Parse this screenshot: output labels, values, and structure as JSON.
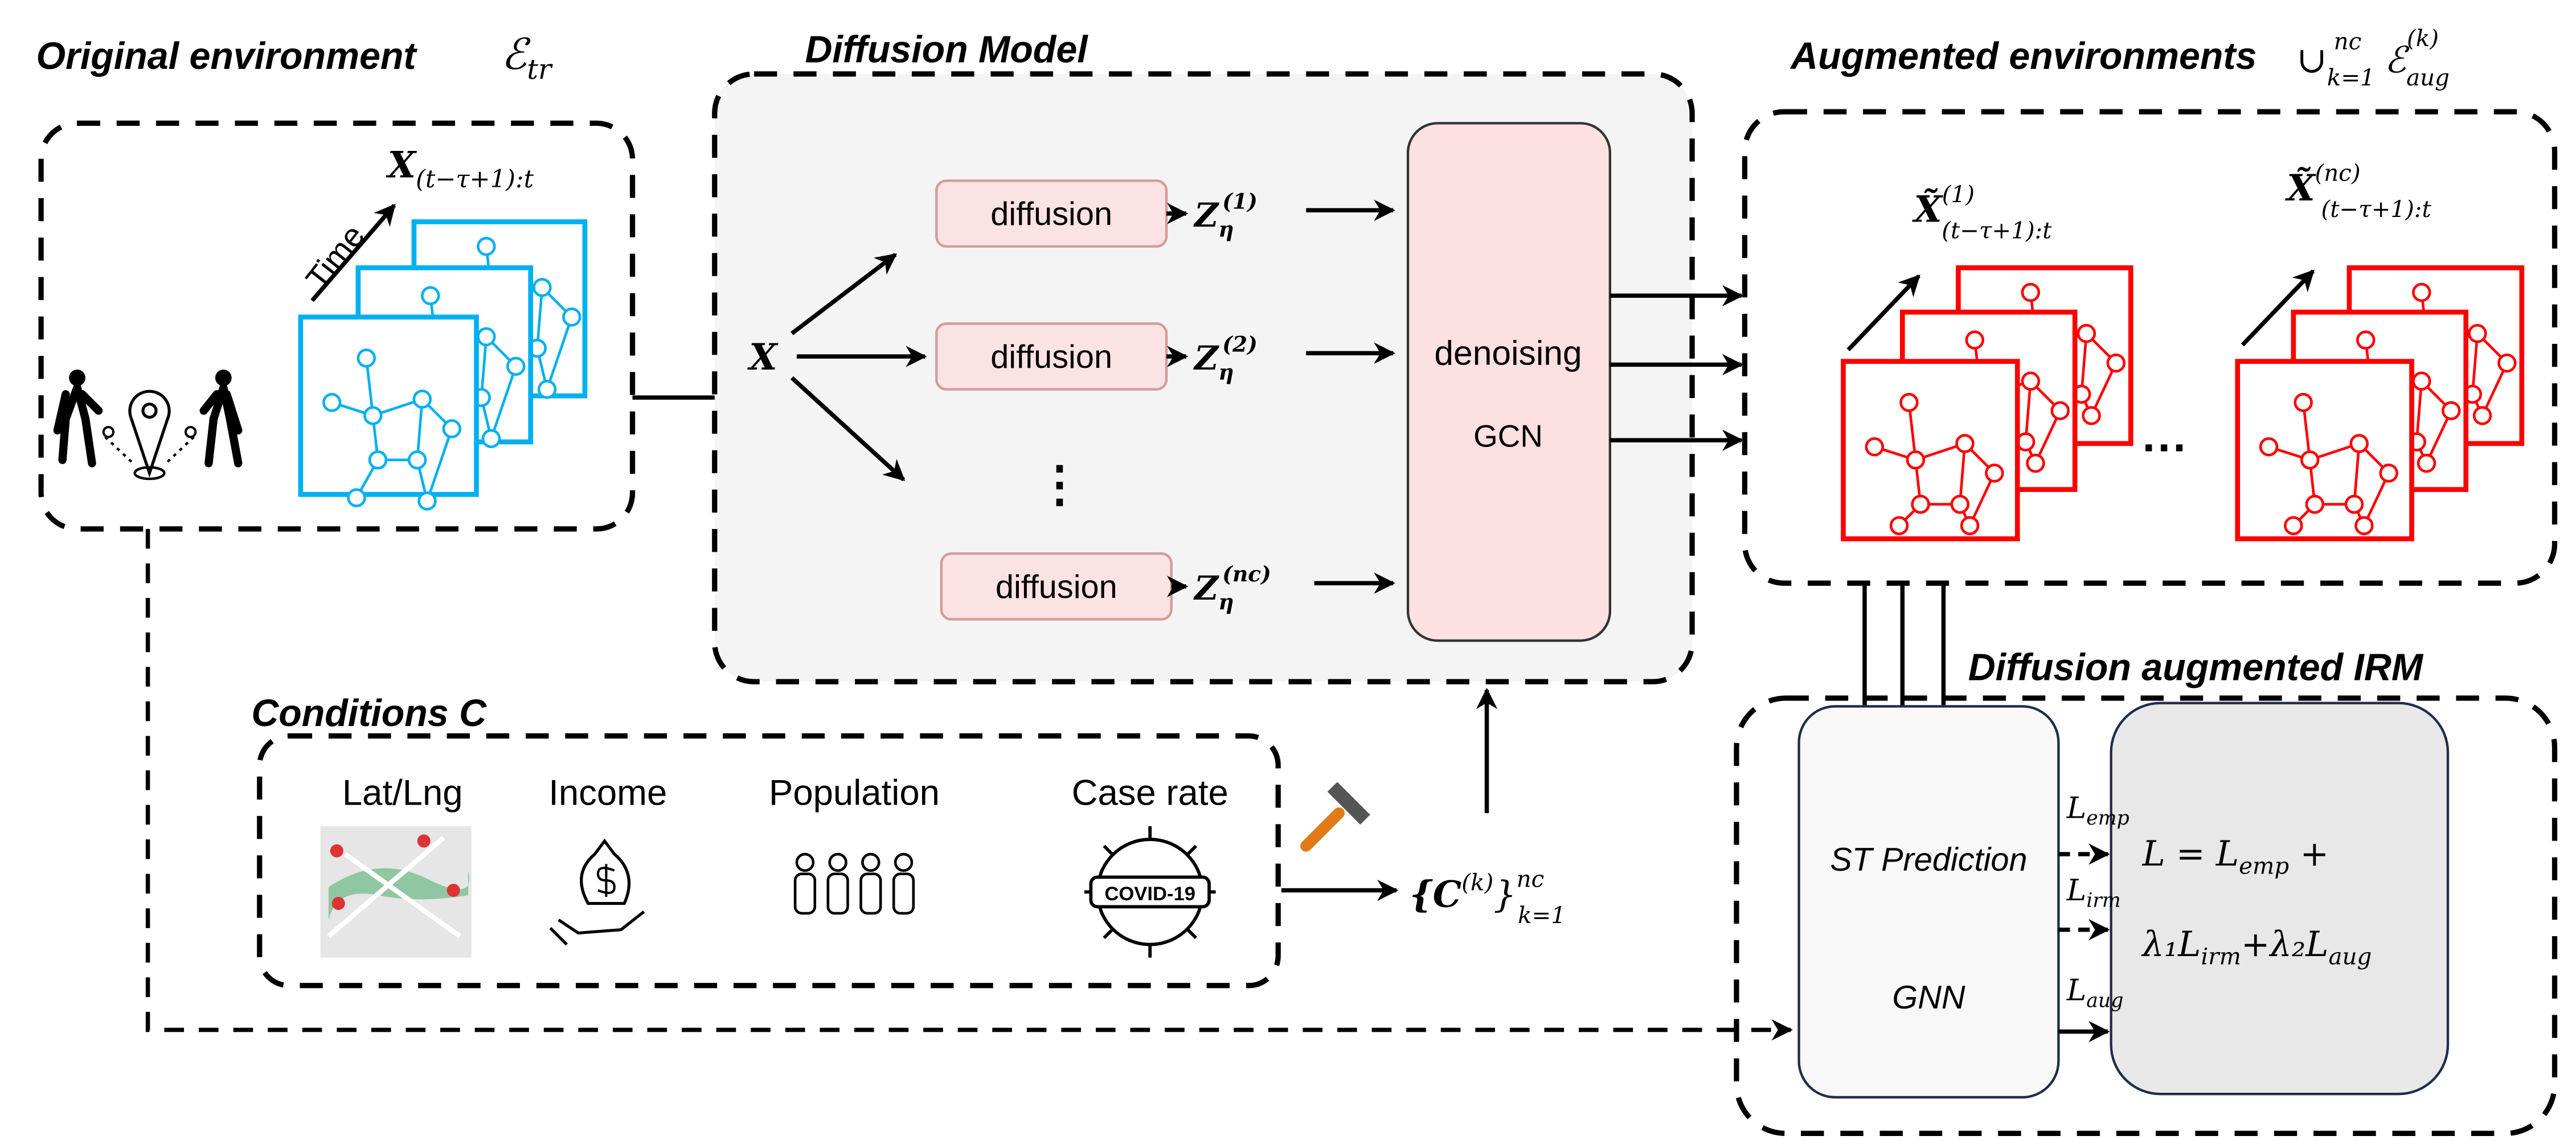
{
  "colors": {
    "input_graph": "#00b0f0",
    "augmented_graph": "#ff0000",
    "diffusion_fill": "#fbe3e3",
    "denoise_fill": "#fde0e0",
    "model_panel": "#f4f4f4",
    "loss_fill": "#e8e8e8"
  },
  "original": {
    "title": "Original environment",
    "symbol": "ℰ",
    "symbol_sub": "tr",
    "x_label": "X",
    "x_sub": "(t−τ+1):t",
    "time_label": "Time"
  },
  "diffusion_model": {
    "title": "Diffusion Model",
    "input": "X",
    "diffusion_label": "diffusion",
    "z": "Z",
    "z_sub": "η",
    "z_sups": [
      "(1)",
      "(2)",
      "(nc)"
    ],
    "ellipsis": "⋮",
    "denoise_line1": "denoising",
    "denoise_line2": "GCN"
  },
  "augmented": {
    "title": "Augmented environments",
    "union": "∪",
    "union_sup": "nc",
    "union_sub": "k=1",
    "symbol": "ℰ",
    "symbol_sup": "(k)",
    "symbol_sub": "aug",
    "x1": "X̃",
    "x1_sup": "(1)",
    "x1_sub": "(t−τ+1):t",
    "x2": "X̃",
    "x2_sup": "(nc)",
    "x2_sub": "(t−τ+1):t",
    "dots": "···"
  },
  "conditions": {
    "title": "Conditions C",
    "items": [
      "Lat/Lng",
      "Income",
      "Population",
      "Case rate"
    ],
    "covid_text": "COVID-19",
    "set_label": "{C",
    "set_sup": "(k)",
    "set_close": "}",
    "set_sup2": "nc",
    "set_sub": "k=1"
  },
  "irm": {
    "title": "Diffusion augmented IRM",
    "st_line1": "ST Prediction",
    "st_line2": "GNN",
    "l_emp": "L",
    "l_emp_sub": "emp",
    "l_irm": "L",
    "l_irm_sub": "irm",
    "l_aug": "L",
    "l_aug_sub": "aug",
    "loss_line1": "L = L",
    "loss_line1_sub": "emp",
    "loss_line1_end": " +",
    "loss_line2": "λ₁L",
    "loss_line2_sub1": "irm",
    "loss_line2_mid": "+λ₂L",
    "loss_line2_sub2": "aug"
  }
}
